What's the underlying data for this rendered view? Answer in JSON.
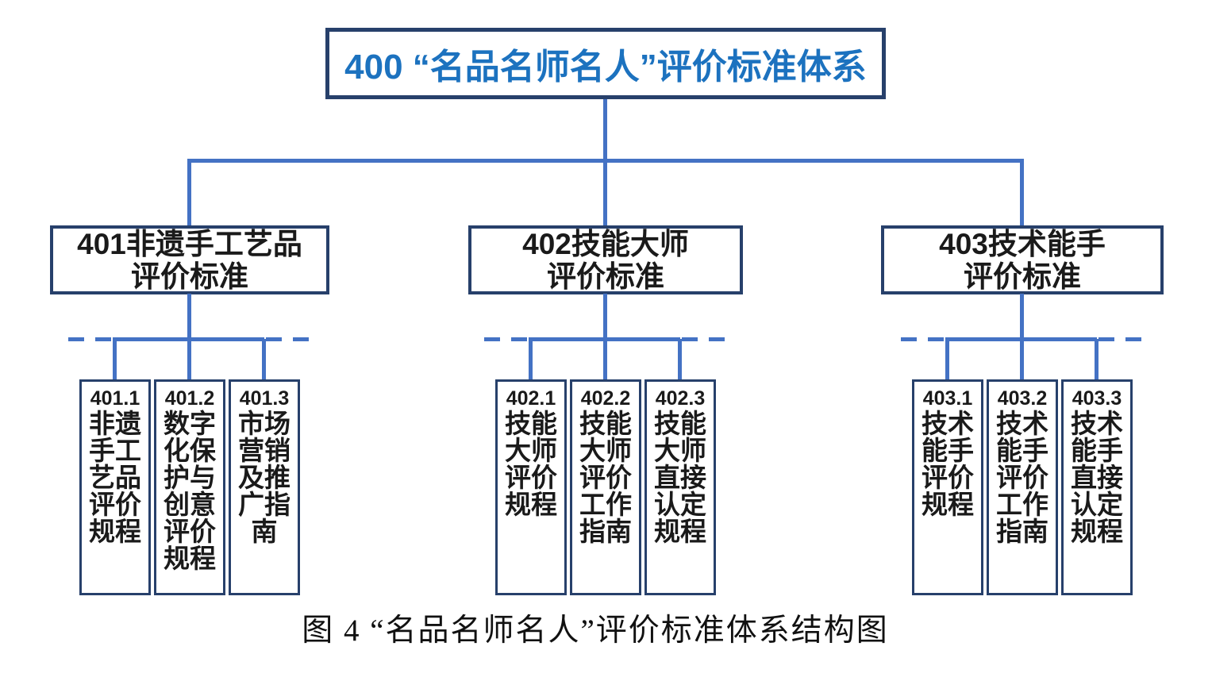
{
  "root": {
    "label": "400 “名品名师名人”评价标准体系"
  },
  "groups": [
    {
      "label": "401非遗手工艺品\n评价标准",
      "leaves": [
        {
          "code": "401.1",
          "label": "非遗手工艺品评价规程"
        },
        {
          "code": "401.2",
          "label": "数字化保护与创意评价规程"
        },
        {
          "code": "401.3",
          "label": "市场营销及推广指南"
        }
      ]
    },
    {
      "label": "402技能大师\n评价标准",
      "leaves": [
        {
          "code": "402.1",
          "label": "技能大师评价规程"
        },
        {
          "code": "402.2",
          "label": "技能大师评价工作指南"
        },
        {
          "code": "402.3",
          "label": "技能大师直接认定规程"
        }
      ]
    },
    {
      "label": "403技术能手\n评价标准",
      "leaves": [
        {
          "code": "403.1",
          "label": "技术能手评价规程"
        },
        {
          "code": "403.2",
          "label": "技术能手评价工作指南"
        },
        {
          "code": "403.3",
          "label": "技术能手直接认定规程"
        }
      ]
    }
  ],
  "caption": "图 4  “名品名师名人”评价标准体系结构图",
  "colors": {
    "connector": "#4472C4",
    "box_border": "#27406B",
    "root_text": "#1C72BF",
    "node_text": "#1A1A1A"
  }
}
